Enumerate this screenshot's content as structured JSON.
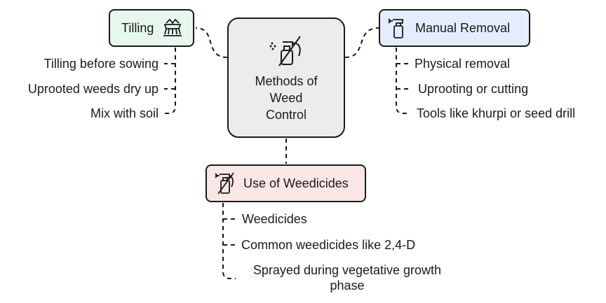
{
  "center": {
    "title_lines": [
      "Methods of",
      "Weed",
      "Control"
    ],
    "icon": "sprayer-icon"
  },
  "branches": {
    "tilling": {
      "label": "Tilling",
      "icon": "rake-icon",
      "color": "#e6f7ee",
      "items": [
        "Tilling before sowing",
        "Uprooted weeds dry up",
        "Mix with soil"
      ]
    },
    "manual": {
      "label": "Manual Removal",
      "icon": "spray-bottle-icon",
      "color": "#e4edfc",
      "items": [
        "Physical removal",
        "Uprooting or cutting",
        "Tools like khurpi or seed drill"
      ]
    },
    "weedicides": {
      "label": "Use of Weedicides",
      "icon": "spray-bottle-icon",
      "color": "#fbe6e6",
      "items": [
        "Weedicides",
        "Common weedicides like 2,4-D",
        "Sprayed during vegetative growth phase"
      ]
    }
  }
}
